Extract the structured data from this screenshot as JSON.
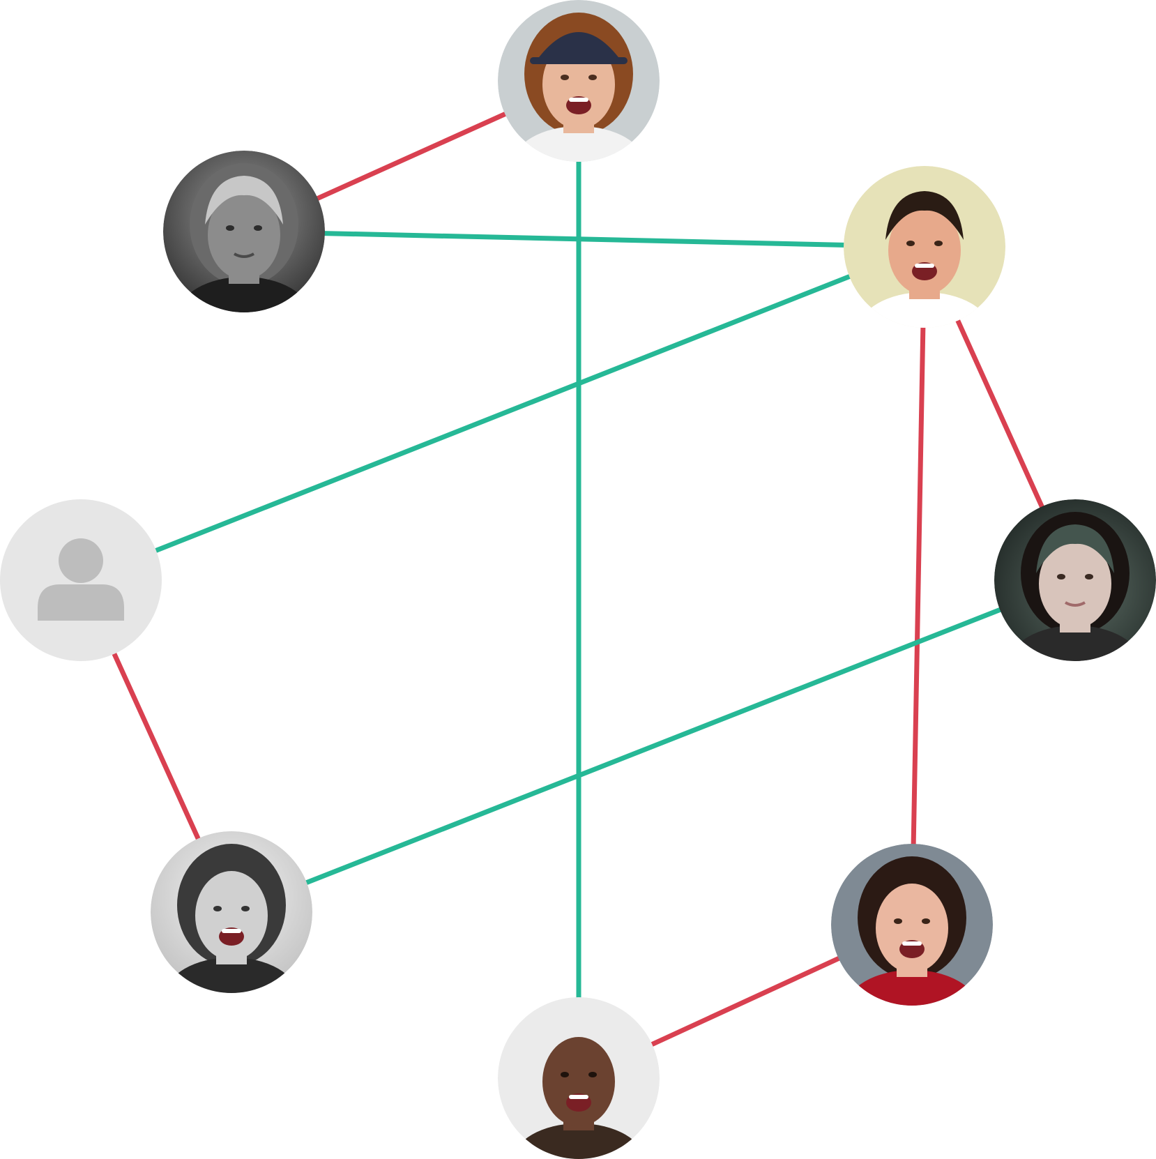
{
  "colors": {
    "background": "#ffffff",
    "edge_green": "#26b896",
    "edge_red": "#d94050",
    "placeholder_bg": "#e6e6e6",
    "placeholder_icon": "#bdbdbd"
  },
  "nodes": [
    {
      "id": "woman-cap",
      "kind": "avatar-photo",
      "tone": "color"
    },
    {
      "id": "person-bw-hair",
      "kind": "avatar-photo",
      "tone": "grayscale"
    },
    {
      "id": "man-smiling",
      "kind": "avatar-photo",
      "tone": "color"
    },
    {
      "id": "placeholder-user",
      "kind": "placeholder-avatar",
      "icon": "user-silhouette-icon"
    },
    {
      "id": "woman-knit-hat",
      "kind": "avatar-photo",
      "tone": "color"
    },
    {
      "id": "child-bw",
      "kind": "avatar-photo",
      "tone": "grayscale"
    },
    {
      "id": "woman-red-sweater",
      "kind": "avatar-photo",
      "tone": "color"
    },
    {
      "id": "bald-man",
      "kind": "avatar-photo",
      "tone": "color"
    }
  ],
  "edges": [
    {
      "from": "woman-cap",
      "to": "person-bw-hair",
      "color": "red"
    },
    {
      "from": "woman-cap",
      "to": "bald-man",
      "color": "green"
    },
    {
      "from": "person-bw-hair",
      "to": "man-smiling",
      "color": "green"
    },
    {
      "from": "man-smiling",
      "to": "placeholder-user",
      "color": "green"
    },
    {
      "from": "man-smiling",
      "to": "woman-knit-hat",
      "color": "red"
    },
    {
      "from": "man-smiling",
      "to": "woman-red-sweater",
      "color": "red"
    },
    {
      "from": "woman-knit-hat",
      "to": "child-bw",
      "color": "green"
    },
    {
      "from": "placeholder-user",
      "to": "child-bw",
      "color": "red"
    },
    {
      "from": "woman-red-sweater",
      "to": "bald-man",
      "color": "red"
    }
  ]
}
